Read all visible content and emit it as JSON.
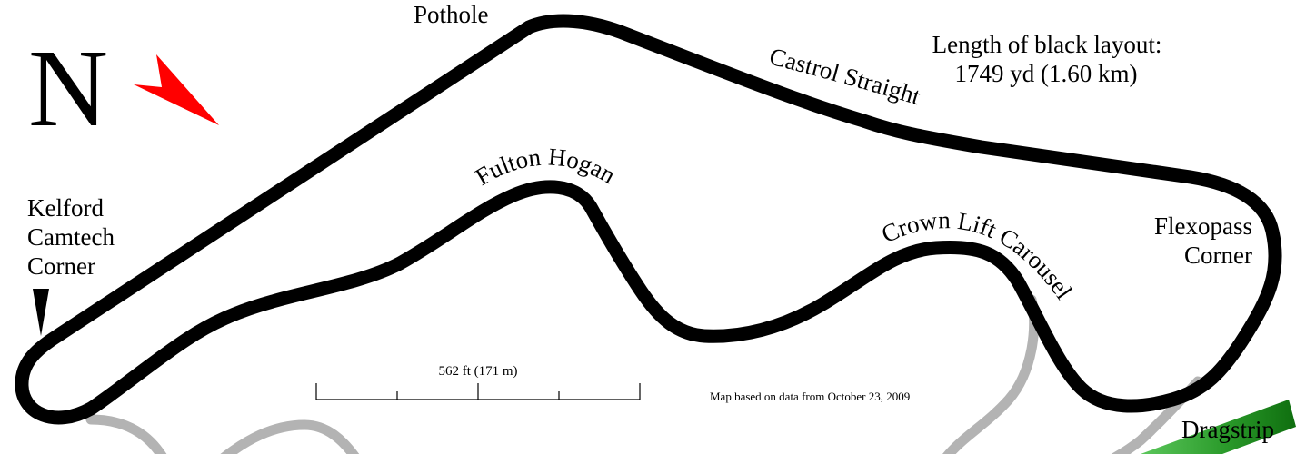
{
  "north_label": "N",
  "length": {
    "line1": "Length of black layout:",
    "line2": "1749 yd (1.60 km)"
  },
  "corners": {
    "pothole": "Pothole",
    "castrol": "Castrol Straight",
    "fulton": "Fulton Hogan",
    "crown": "Crown Lift Carousel",
    "flexopass_line1": "Flexopass",
    "flexopass_line2": "Corner",
    "kelford_line1": "Kelford",
    "kelford_line2": "Camtech",
    "kelford_line3": "Corner",
    "dragstrip": "Dragstrip"
  },
  "scale": {
    "label": "562 ft (171 m)"
  },
  "source_note": "Map based on data from October 23, 2009",
  "colors": {
    "track": "#000000",
    "alt_track": "#b3b3b3",
    "north_arrow": "#ff0000",
    "dragstrip": "#2a9a2a",
    "start_marker": "#000000"
  }
}
